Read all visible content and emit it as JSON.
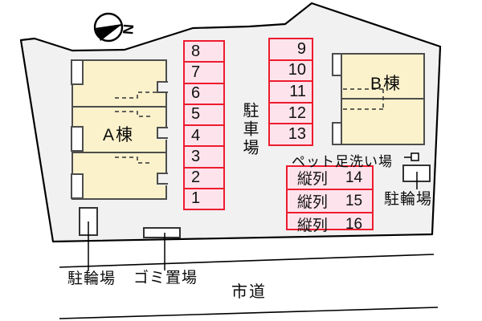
{
  "colors": {
    "site_fill": "#f1f1f1",
    "building_fill": "#fbf2cb",
    "building_stroke": "#4d4d4d",
    "spot_fill": "#fce3ec",
    "spot_border": "#ee1b2e",
    "line_color": "#000000"
  },
  "compass": {
    "north_label": "N"
  },
  "buildings": {
    "a": {
      "label": "A棟"
    },
    "b": {
      "label": "B棟"
    }
  },
  "parking": {
    "area_label": "駐車場",
    "column1": [
      "8",
      "7",
      "6",
      "5",
      "4",
      "3",
      "2",
      "1"
    ],
    "column2": [
      "9",
      "10",
      "11",
      "12",
      "13"
    ],
    "tandem": [
      {
        "prefix": "縦列",
        "number": "14"
      },
      {
        "prefix": "縦列",
        "number": "15"
      },
      {
        "prefix": "縦列",
        "number": "16"
      }
    ]
  },
  "labels": {
    "pet_wash": "ペット足洗い場",
    "bicycle_parking_right": "駐輪場",
    "bicycle_parking_left": "駐輪場",
    "garbage": "ゴミ置場",
    "road": "市道"
  }
}
